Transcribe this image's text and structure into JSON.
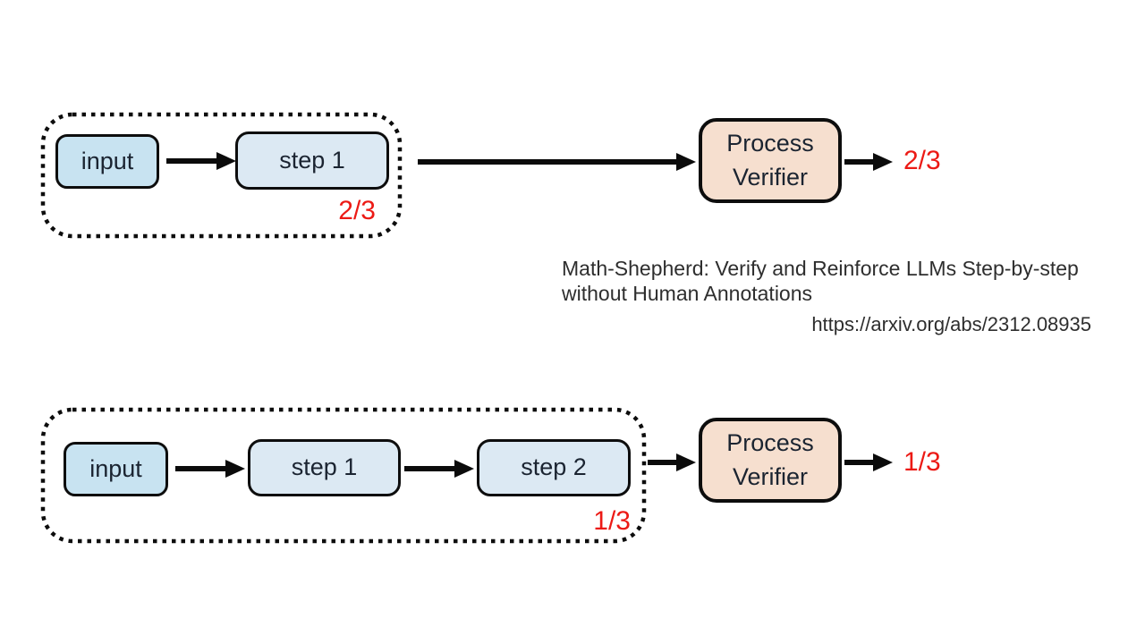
{
  "palette": {
    "input_fill": "#c8e3f1",
    "step_fill": "#dce9f3",
    "verifier_fill": "#f6dfcf",
    "border_ink": "#0d0d0d",
    "score_red": "#ec1a15",
    "caption_text": "#2e2e2e",
    "background": "#ffffff"
  },
  "top_flow": {
    "input_label": "input",
    "steps": [
      "step 1"
    ],
    "group_score": "2/3",
    "verifier_label": "Process Verifier",
    "output_score": "2/3"
  },
  "bottom_flow": {
    "input_label": "input",
    "steps": [
      "step 1",
      "step 2"
    ],
    "group_score": "1/3",
    "verifier_label": "Process Verifier",
    "output_score": "1/3"
  },
  "caption": {
    "title_line1": "Math-Shepherd: Verify and Reinforce LLMs Step-by-step",
    "title_line2": "without Human Annotations",
    "url": "https://arxiv.org/abs/2312.08935"
  }
}
